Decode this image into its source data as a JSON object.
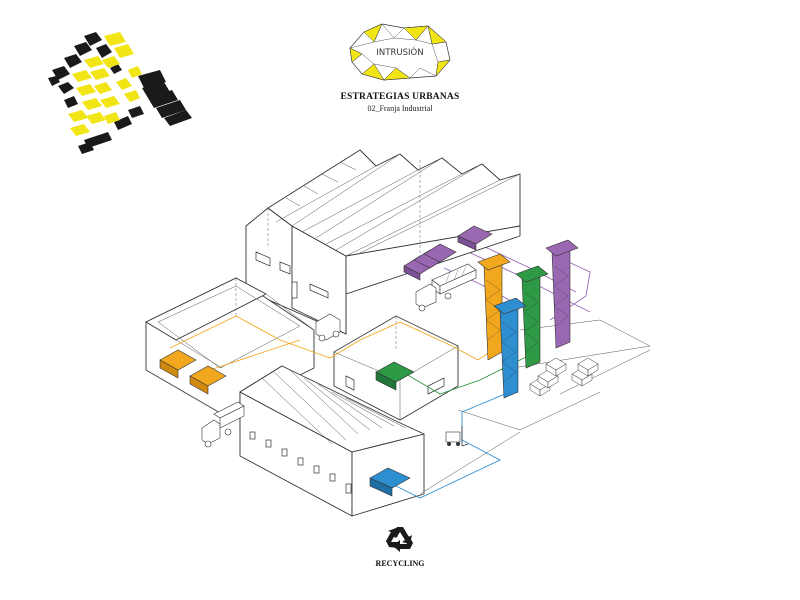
{
  "header": {
    "logo_word": "INTRUSIÓN",
    "title": "ESTRATEGIAS URBANAS",
    "subtitle": "02_Franja Industrial"
  },
  "footer": {
    "label": "RECYCLING"
  },
  "colors": {
    "yellow": "#f1e515",
    "orange": "#f1a81f",
    "green": "#2e9a45",
    "blue": "#2e8fd0",
    "purple": "#9a67b3",
    "lines": "#333333"
  },
  "icons": [
    "map-plan-icon",
    "intrusion-logo-icon",
    "recycle-icon",
    "truck-icon",
    "forklift-icon",
    "pallet-icon"
  ]
}
